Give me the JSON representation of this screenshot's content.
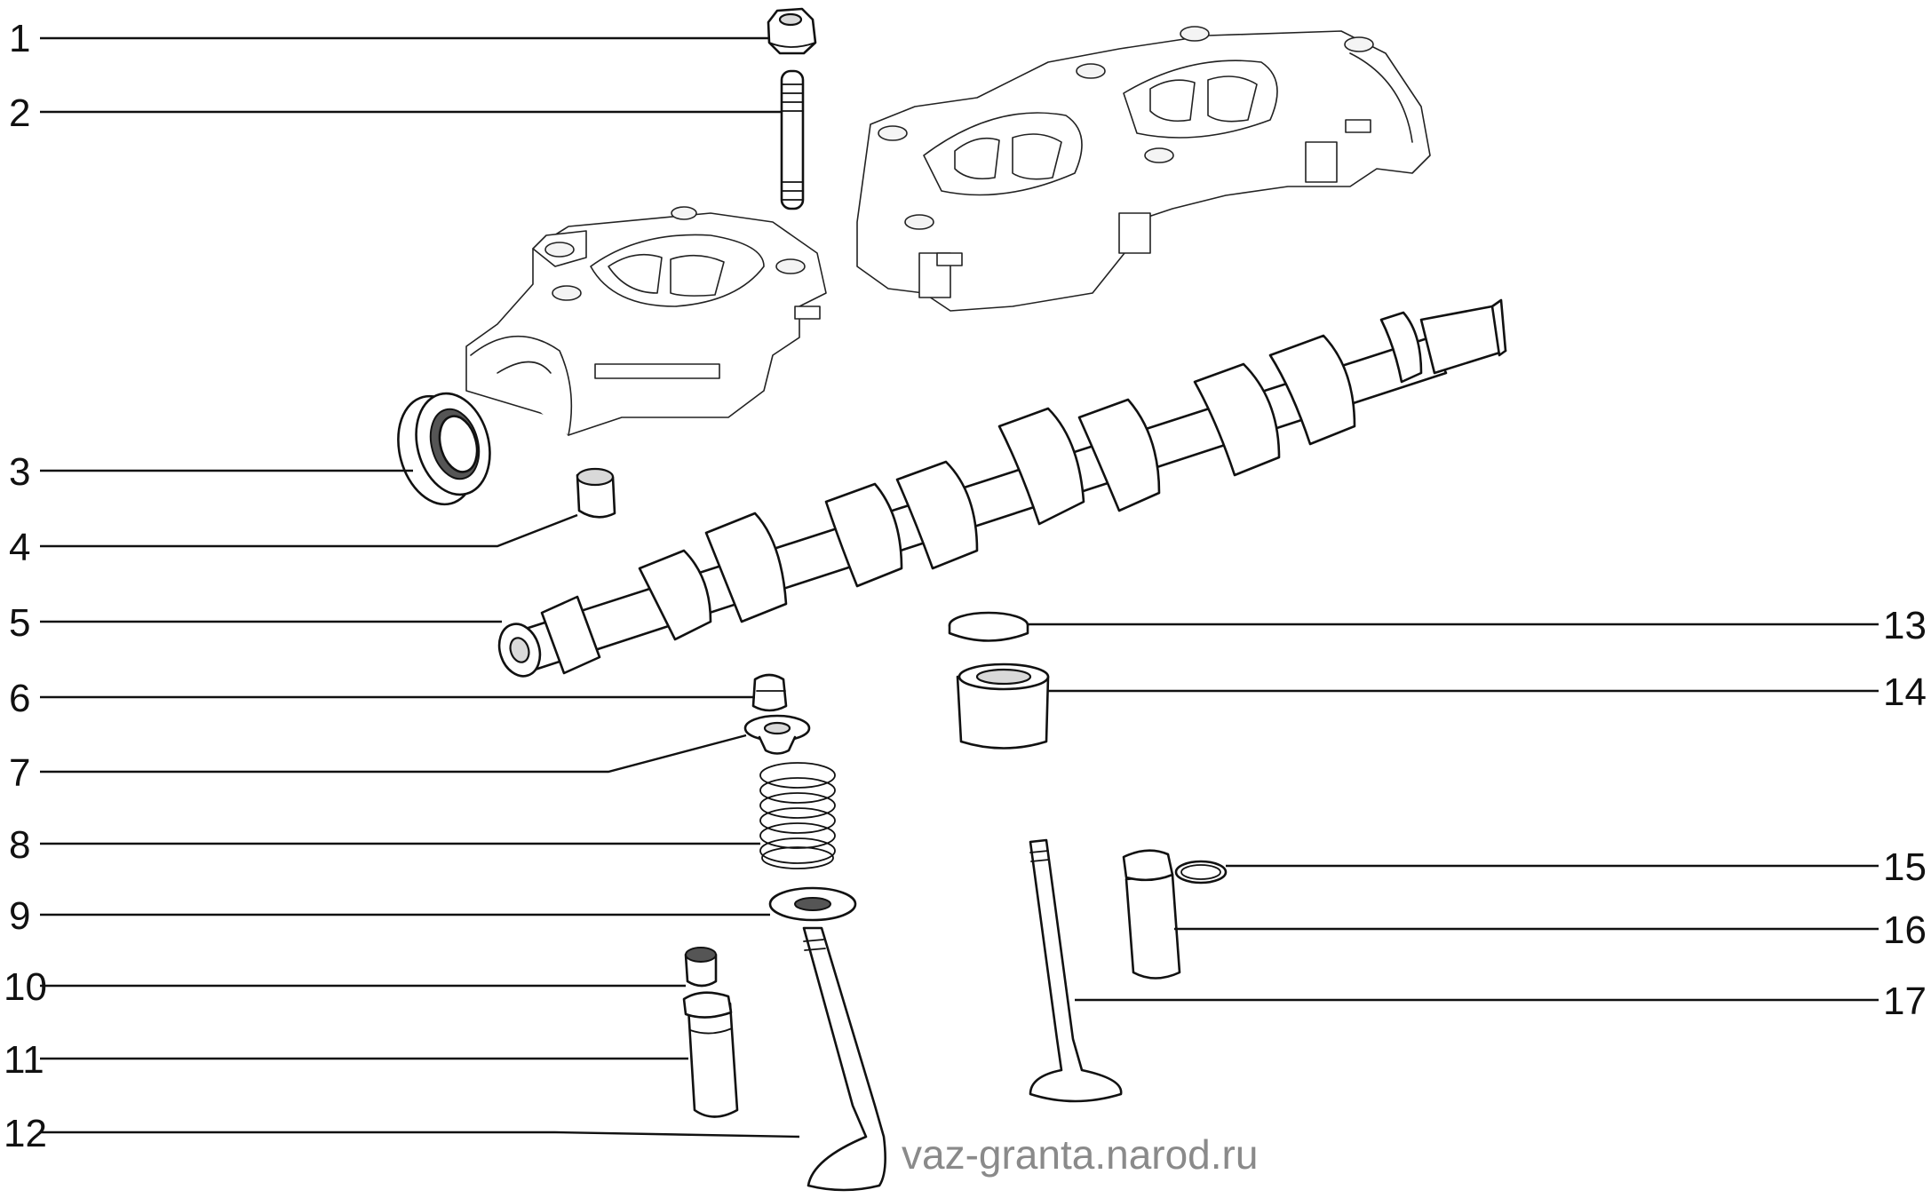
{
  "callouts": [
    {
      "label": "1"
    },
    {
      "label": "2"
    },
    {
      "label": "3"
    },
    {
      "label": "4"
    },
    {
      "label": "5"
    },
    {
      "label": "6"
    },
    {
      "label": "7"
    },
    {
      "label": "8"
    },
    {
      "label": "9"
    },
    {
      "label": "10"
    },
    {
      "label": "11"
    },
    {
      "label": "12"
    },
    {
      "label": "13"
    },
    {
      "label": "14"
    },
    {
      "label": "15"
    },
    {
      "label": "16"
    },
    {
      "label": "17"
    }
  ],
  "watermark": "vaz-granta.narod.ru"
}
